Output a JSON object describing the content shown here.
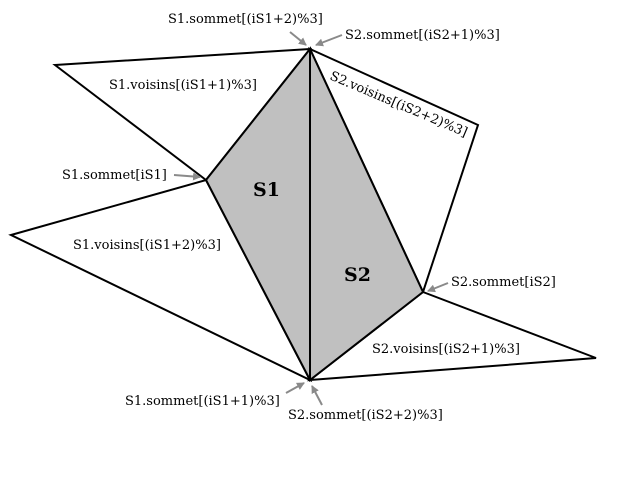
{
  "diagram": {
    "colors": {
      "background": "#ffffff",
      "shaded_triangle": "#c0c0c0",
      "neighbor_triangle": "#ffffff",
      "outline": "#000000",
      "arrow": "#8a8a8a"
    },
    "triangles": {
      "s1": "S1",
      "s2": "S2"
    },
    "labels": {
      "s1_sommet_is1p2": "S1.sommet[(iS1+2)%3]",
      "s2_sommet_is2p1": "S2.sommet[(iS2+1)%3]",
      "s1_voisins_is1p1": "S1.voisins[(iS1+1)%3]",
      "s2_voisins_is2p2": "S2.voisins[(iS2+2)%3]",
      "s1_sommet_is1": "S1.sommet[iS1]",
      "s1_voisins_is1p2": "S1.voisins[(iS1+2)%3]",
      "s2_sommet_is2": "S2.sommet[iS2]",
      "s2_voisins_is2p1": "S2.voisins[(iS2+1)%3]",
      "s1_sommet_is1p1": "S1.sommet[(iS1+1)%3]",
      "s2_sommet_is2p2": "S2.sommet[(iS2+2)%3]"
    }
  }
}
